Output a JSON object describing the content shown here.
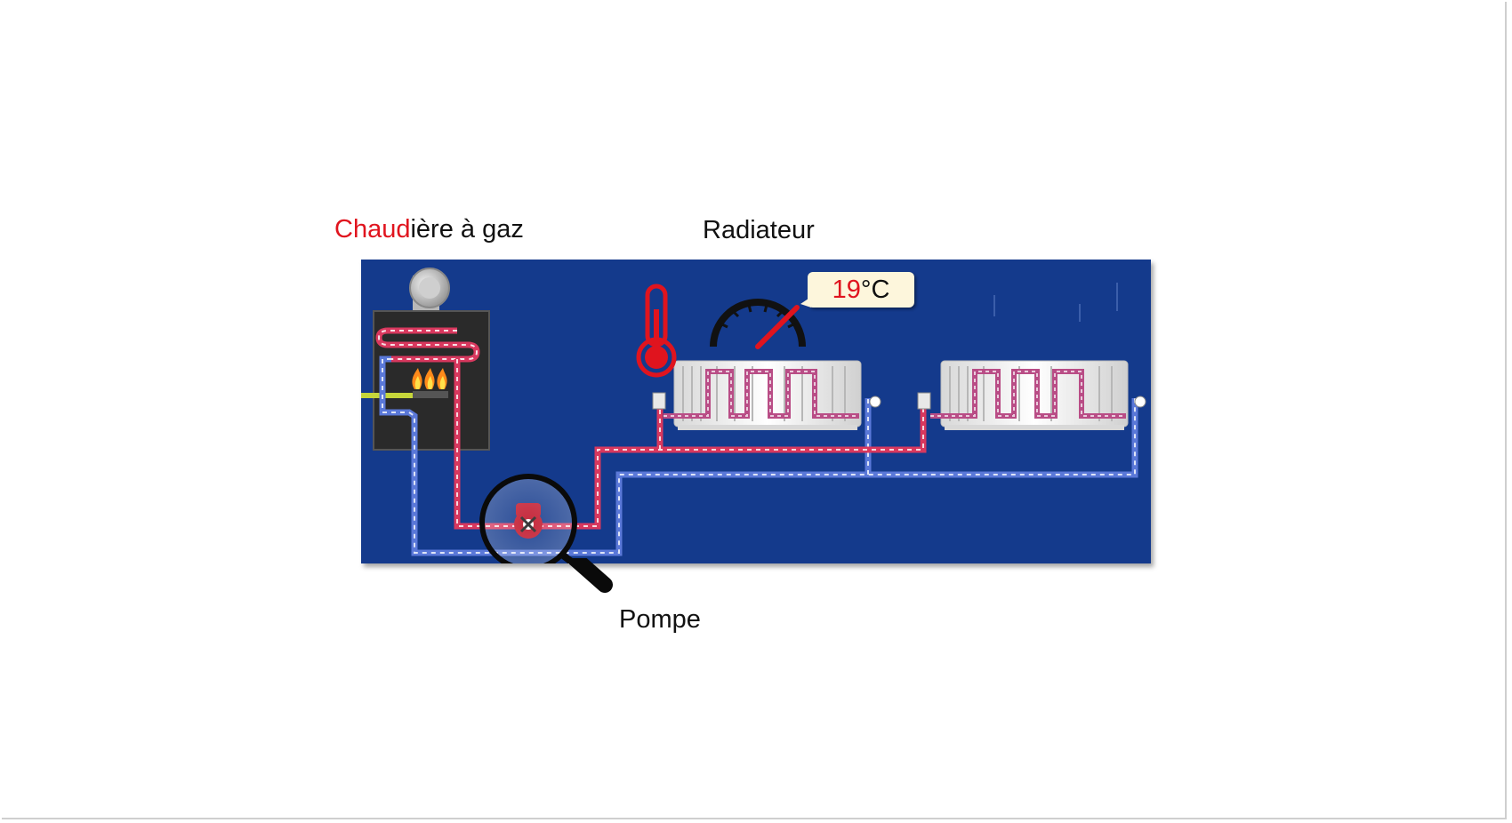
{
  "labels": {
    "boiler_highlight": "Chaud",
    "boiler_rest": "ière à gaz",
    "radiator": "Radiateur",
    "pump": "Pompe"
  },
  "temperature": {
    "value": "19",
    "unit": "°C"
  },
  "icons": {
    "boiler": "gas-boiler-icon",
    "flame": "flame-icon",
    "thermometer": "thermometer-icon",
    "gauge": "gauge-icon",
    "radiator": "radiator-icon",
    "pump": "pump-icon",
    "magnifier": "magnifying-glass-icon"
  },
  "colors": {
    "background_panel": "#143a8c",
    "hot_pipe": "#d8385e",
    "cold_pipe": "#5a78d8",
    "highlight_text": "#e0141e",
    "thermometer": "#e0141e"
  }
}
